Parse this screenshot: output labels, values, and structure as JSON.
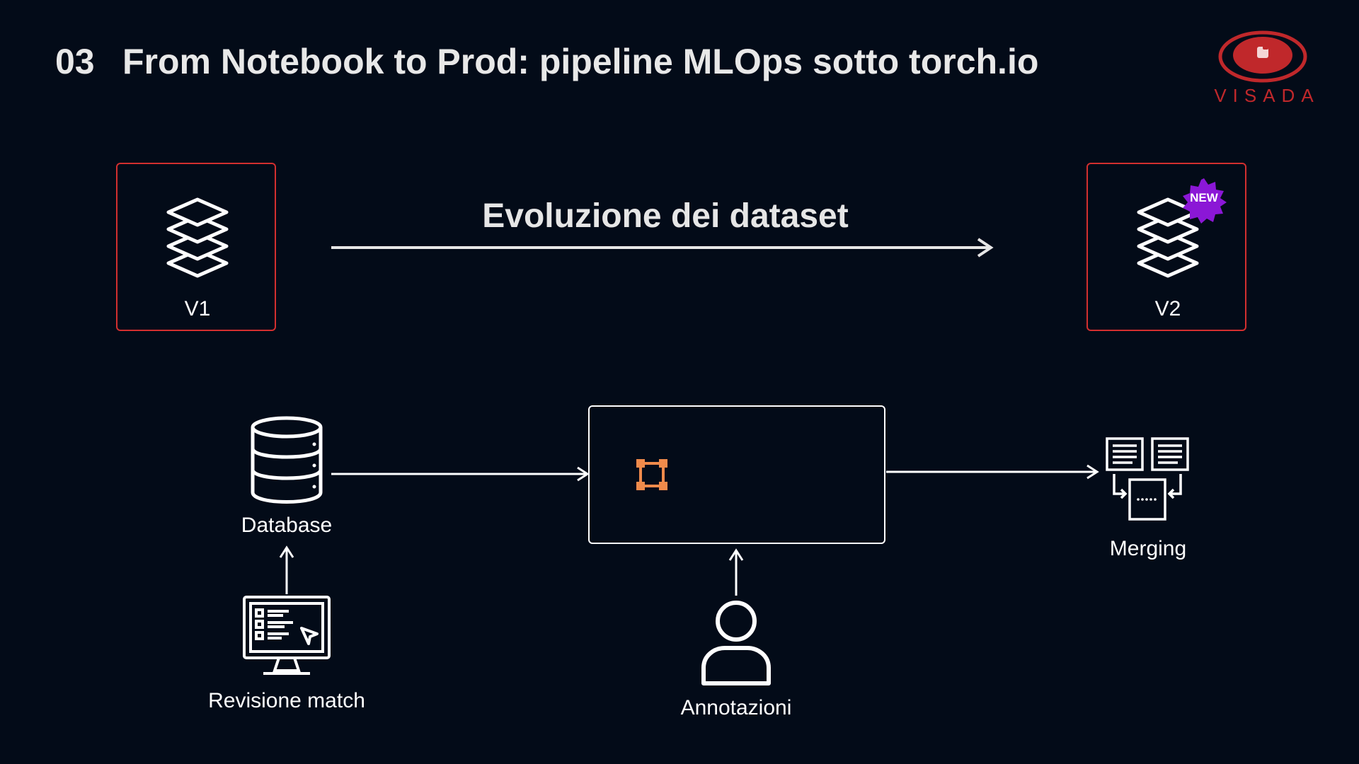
{
  "header": {
    "number": "03",
    "title": "From Notebook to Prod: pipeline MLOps sotto torch.io"
  },
  "logo": {
    "text": "VISADA",
    "color": "#c0282b"
  },
  "versions": {
    "v1_label": "V1",
    "v2_label": "V2",
    "new_badge": "NEW"
  },
  "evolution": {
    "label": "Evoluzione dei dataset"
  },
  "nodes": {
    "database": "Database",
    "revision": "Revisione match",
    "annotations": "Annotazioni",
    "merging": "Merging"
  },
  "colors": {
    "background": "#030b18",
    "accent_red": "#d32f2f",
    "badge_purple": "#8b17d6",
    "tool_orange": "#f08a4b"
  },
  "icons": {
    "dataset_v1": "stacked-layers-icon",
    "dataset_v2": "stacked-layers-icon",
    "database": "database-icon",
    "revision": "monitor-checklist-icon",
    "annotations": "user-icon",
    "merging": "merge-documents-icon",
    "tool": "bounding-box-icon"
  }
}
